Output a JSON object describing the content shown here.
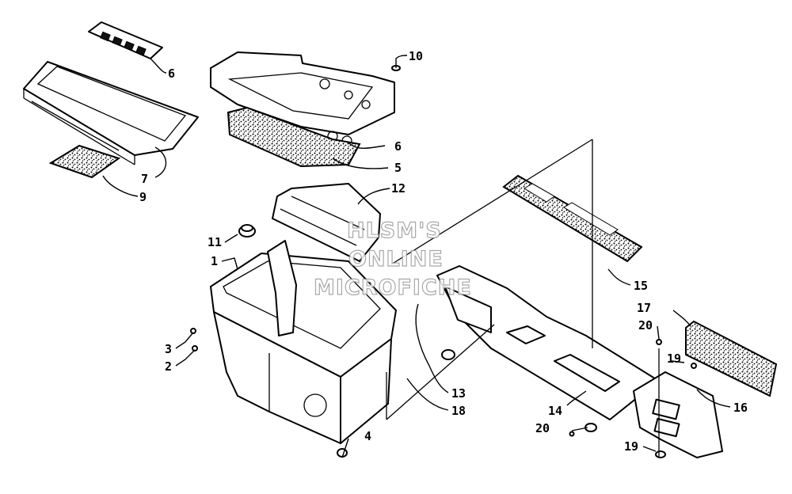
{
  "watermark": {
    "line1": "HLSM'S",
    "line2": "ONLINE",
    "line3": "MICROFICHE"
  },
  "callouts": {
    "c1": "1",
    "c2": "2",
    "c3": "3",
    "c4": "4",
    "c5": "5",
    "c6a": "6",
    "c6b": "6",
    "c7": "7",
    "c9": "9",
    "c10": "10",
    "c11": "11",
    "c12": "12",
    "c13": "13",
    "c14": "14",
    "c15": "15",
    "c16": "16",
    "c17": "17",
    "c18": "18",
    "c19a": "19",
    "c19b": "19",
    "c20a": "20",
    "c20b": "20"
  }
}
